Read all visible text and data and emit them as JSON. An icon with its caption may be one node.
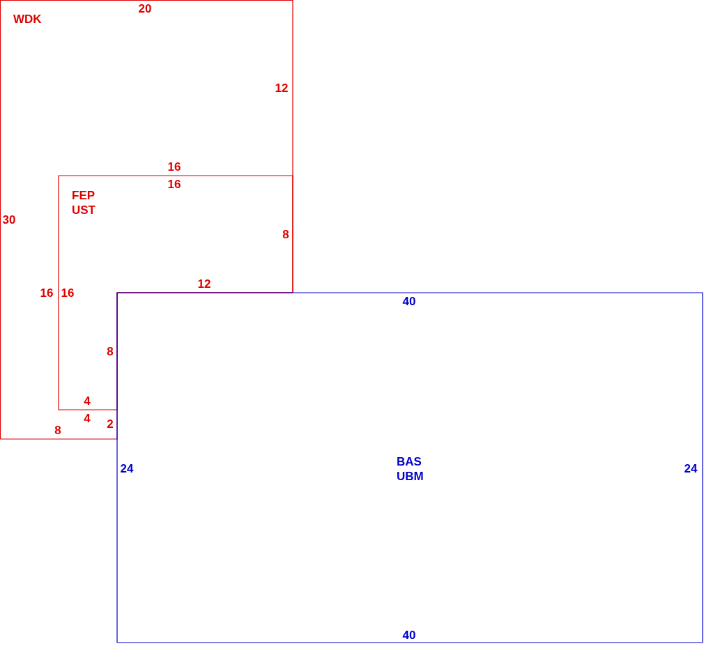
{
  "diagram": {
    "nodes": [
      {
        "text": [
          "WDK"
        ]
      },
      {
        "text": [
          "FEP UST"
        ],
        "in": 0
      },
      {
        "text": [
          "BAS UBM"
        ]
      }
    ],
    "edges": [],
    "labels": [
      "20",
      "12",
      "16",
      "16",
      "30",
      "8",
      "12",
      "16",
      "16",
      "40",
      "8",
      "4",
      "4",
      "2",
      "8",
      "24",
      "24",
      "40"
    ]
  }
}
